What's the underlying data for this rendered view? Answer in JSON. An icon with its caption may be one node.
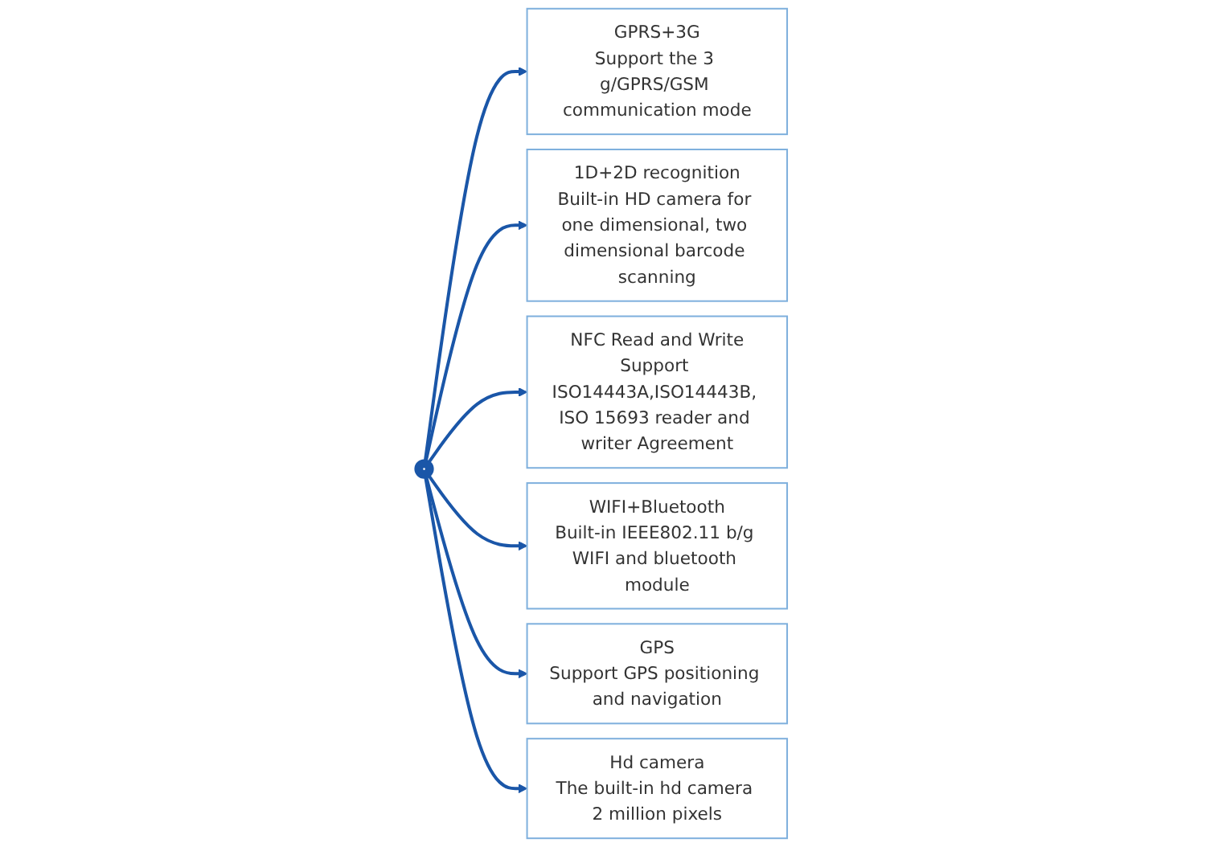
{
  "diagram": {
    "nodes": [
      {
        "text": [
          "GPRS+3G",
          "Support the 3 g/GPRS/GSM communication mode"
        ]
      },
      {
        "text": [
          "1D+2D recognition",
          "Built-in HD camera for one dimensional, two dimensional barcode scanning"
        ]
      },
      {
        "text": [
          "NFC Read and Write",
          "Support ISO14443A,ISO14443B, ISO 15693 reader and writer Agreement"
        ]
      },
      {
        "text": [],
        "shape": "circle"
      },
      {
        "text": [
          "WIFI+Bluetooth",
          "Built-in IEEE802.11 b/g WIFI and bluetooth module"
        ]
      },
      {
        "text": [
          "GPS",
          "Support GPS positioning and navigation"
        ]
      },
      {
        "text": [
          "Hd camera",
          "The built-in hd camera 2 million pixels"
        ]
      }
    ],
    "edges": [
      {
        "from": 3,
        "to": 0,
        "arrow": "to"
      },
      {
        "from": 3,
        "to": 1,
        "arrow": "to"
      },
      {
        "from": 3,
        "to": 2,
        "arrow": "to"
      },
      {
        "from": 3,
        "to": 4,
        "arrow": "to"
      },
      {
        "from": 3,
        "to": 5,
        "arrow": "to"
      },
      {
        "from": 3,
        "to": 6,
        "arrow": "to"
      }
    ]
  }
}
